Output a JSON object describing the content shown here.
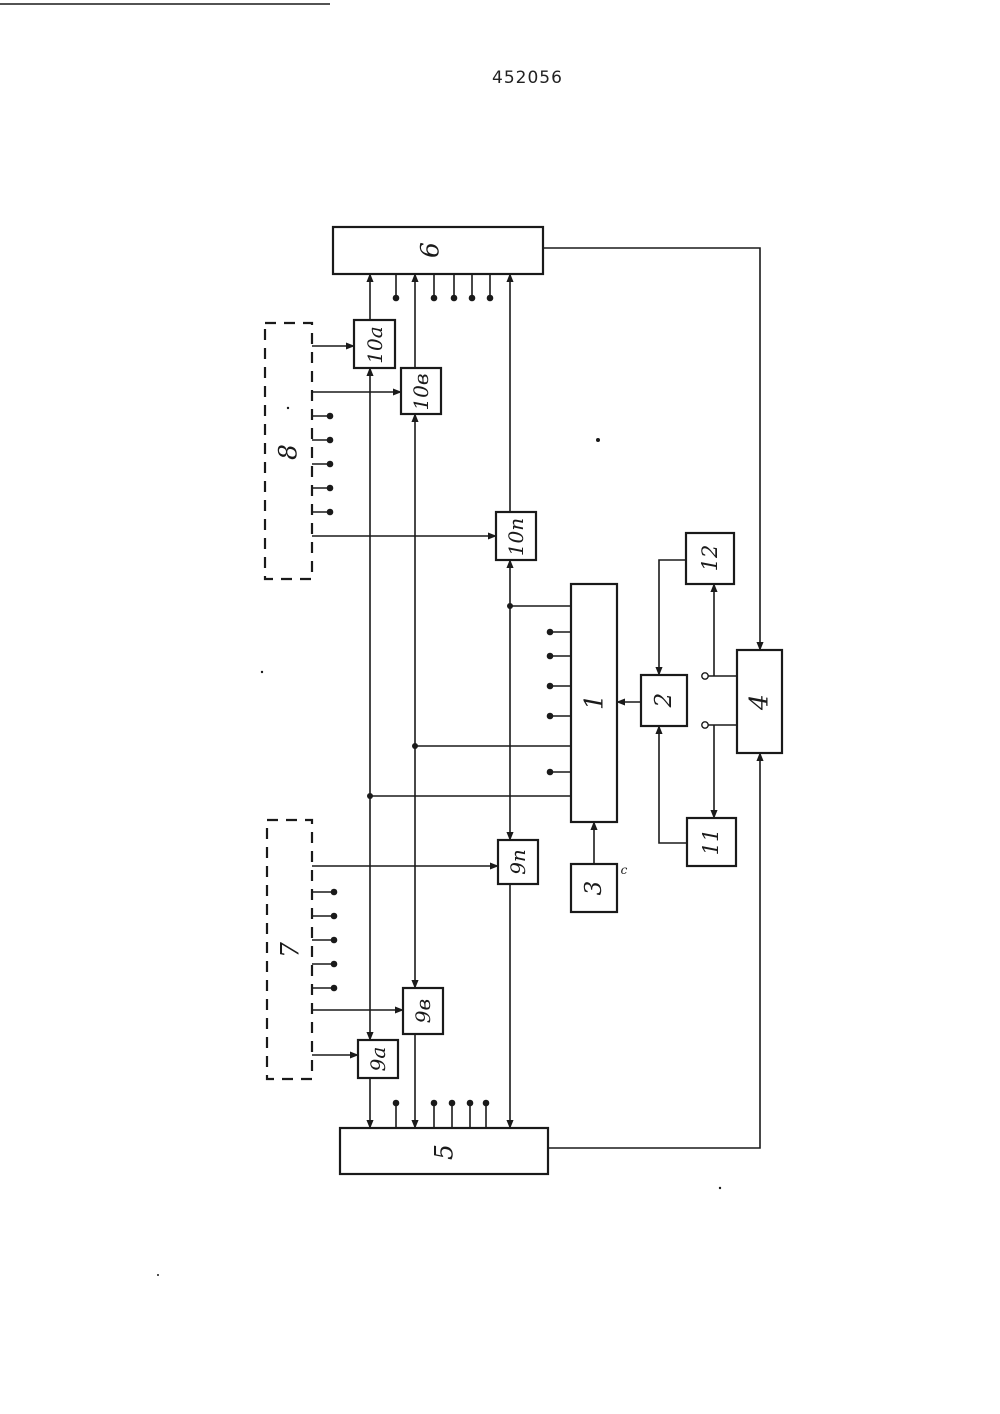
{
  "header": {
    "patent_number": "452056"
  },
  "blocks": {
    "b1": "1",
    "b2": "2",
    "b3": "3",
    "b4": "4",
    "b5": "5",
    "b6": "6",
    "b7": "7",
    "b8": "8",
    "b9a": "9а",
    "b9b": "9в",
    "b9n": "9п",
    "b10a": "10а",
    "b10b": "10в",
    "b10n": "10п",
    "b11": "11",
    "b12": "12"
  },
  "note_mark": "с"
}
